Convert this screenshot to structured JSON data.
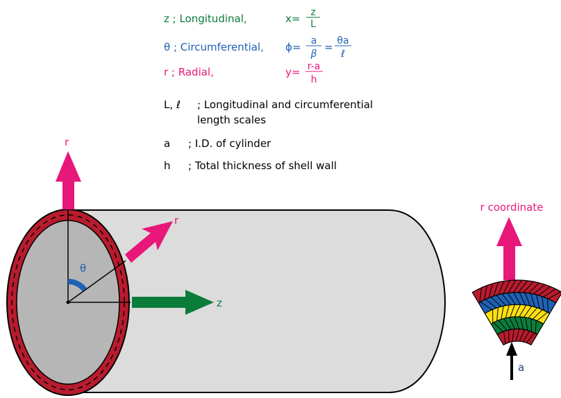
{
  "colors": {
    "green": "#0b7d3b",
    "blue": "#1f62b4",
    "pink": "#e8177a",
    "red": "#b71c2e",
    "yellow": "#ffe014",
    "body": "#dcdcdc",
    "face": "#b6b6b6"
  },
  "legend": {
    "z": {
      "label": "z ; Longitudinal,",
      "eq_lhs": "x=",
      "num": "z",
      "den": "L"
    },
    "theta": {
      "label": "θ ; Circumferential,",
      "eq_lhs": "ϕ=",
      "num": "a",
      "den": "β",
      "eq_mid": "=",
      "num2": "θa",
      "den2": "ℓ"
    },
    "r": {
      "label": "r ; Radial,",
      "eq_lhs": "y=",
      "num": "r-a",
      "den": "h"
    }
  },
  "definitions": [
    {
      "symbol": "L, ℓ",
      "text": "; Longitudinal and circumferential",
      "text2": "length scales"
    },
    {
      "symbol": "a",
      "text": "; I.D. of cylinder"
    },
    {
      "symbol": "h",
      "text": "; Total thickness of shell wall"
    }
  ],
  "axes": {
    "r_top": "r",
    "r_diag": "r",
    "z": "z",
    "theta": "θ"
  },
  "layers": {
    "title": "r coordinate",
    "inner": "a",
    "order_inside_out": [
      "red",
      "green",
      "yellow",
      "blue",
      "red"
    ]
  }
}
